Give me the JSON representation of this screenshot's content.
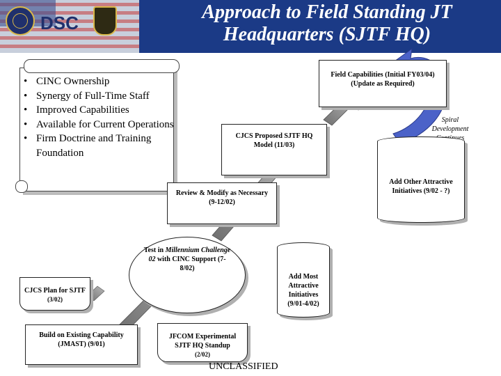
{
  "header": {
    "logo_text": "DSC",
    "title_line1": "Approach to Field Standing JT",
    "title_line2": "Headquarters (SJTF HQ)"
  },
  "benefits": [
    "CINC Ownership",
    "Synergy of Full-Time Staff",
    "Improved Capabilities",
    "Available for Current Operations",
    "Firm Doctrine and Training Foundation"
  ],
  "steps": {
    "field_capabilities": "Field Capabilities (Initial FY03/04) (Update as Required)",
    "spiral": "Spiral Development Continues",
    "cjcs_proposed": "CJCS Proposed SJTF HQ Model (11/03)",
    "add_other": "Add Other Attractive Initiatives (9/02 - ?)",
    "review_modify": "Review & Modify as Necessary (9-12/02)",
    "test_mc02_line1": "Test in",
    "test_mc02_em": "Millennium Challenge 02",
    "test_mc02_line2": "with CINC Support (7-8/02)",
    "add_most": "Add Most Attractive Initiatives (9/01-4/02)",
    "cjcs_plan": "CJCS Plan for SJTF",
    "cjcs_plan_date": "(3/02)",
    "build_existing": "Build on Existing Capability (JMAST) (9/01)",
    "jfcom_standup": "JFCOM Experimental SJTF HQ Standup",
    "jfcom_date": "(2/02)"
  },
  "footer": {
    "classification": "UNCLASSIFIED"
  },
  "colors": {
    "header_bg": "#1b3a86",
    "arrow_gray": "#8a8a8a",
    "spiral_blue": "#4b62c8"
  }
}
